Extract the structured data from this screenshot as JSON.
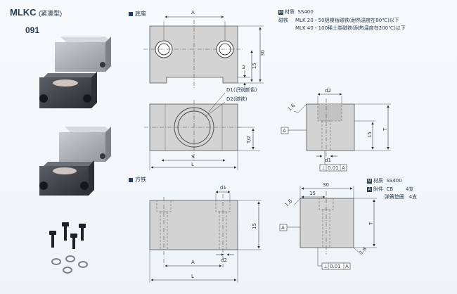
{
  "header": {
    "model": "MLKC",
    "type": "(紧凑型)",
    "code": "091"
  },
  "sections": {
    "base": "底座",
    "square": "方铁"
  },
  "material_top": {
    "icon_letter": "M",
    "label": "材质",
    "value": "SS400",
    "magnet_label": "磁铁",
    "line1": "MLK 20・50铝镍钴磁铁(耐热温度在80℃)以下",
    "line2": "MLK 40・100稀土类磁铁(耐热温度在200℃)以下"
  },
  "material_bottom": {
    "icon_m": "M",
    "label": "材质",
    "value": "SS400",
    "icon_a": "A",
    "accessory_label": "附件",
    "cb": "CB",
    "cb_qty": "4支",
    "washer": "弹簧垫圈",
    "washer_qty": "4支"
  },
  "dims": {
    "A": "A",
    "S": "S",
    "L": "L",
    "T": "T",
    "T2": "T/2",
    "d1": "d1",
    "d2": "d2",
    "D1": "D1",
    "D1_note": "(识别颜色)",
    "D2": "D2",
    "D2_note": "(磁铁)",
    "n30": "30",
    "n15": "15",
    "n3": "3",
    "datum": "A",
    "tol": "0.01",
    "tol_ref": "A",
    "flat_sym": "⊥",
    "rough": "1.6",
    "rough_v": "▽"
  }
}
